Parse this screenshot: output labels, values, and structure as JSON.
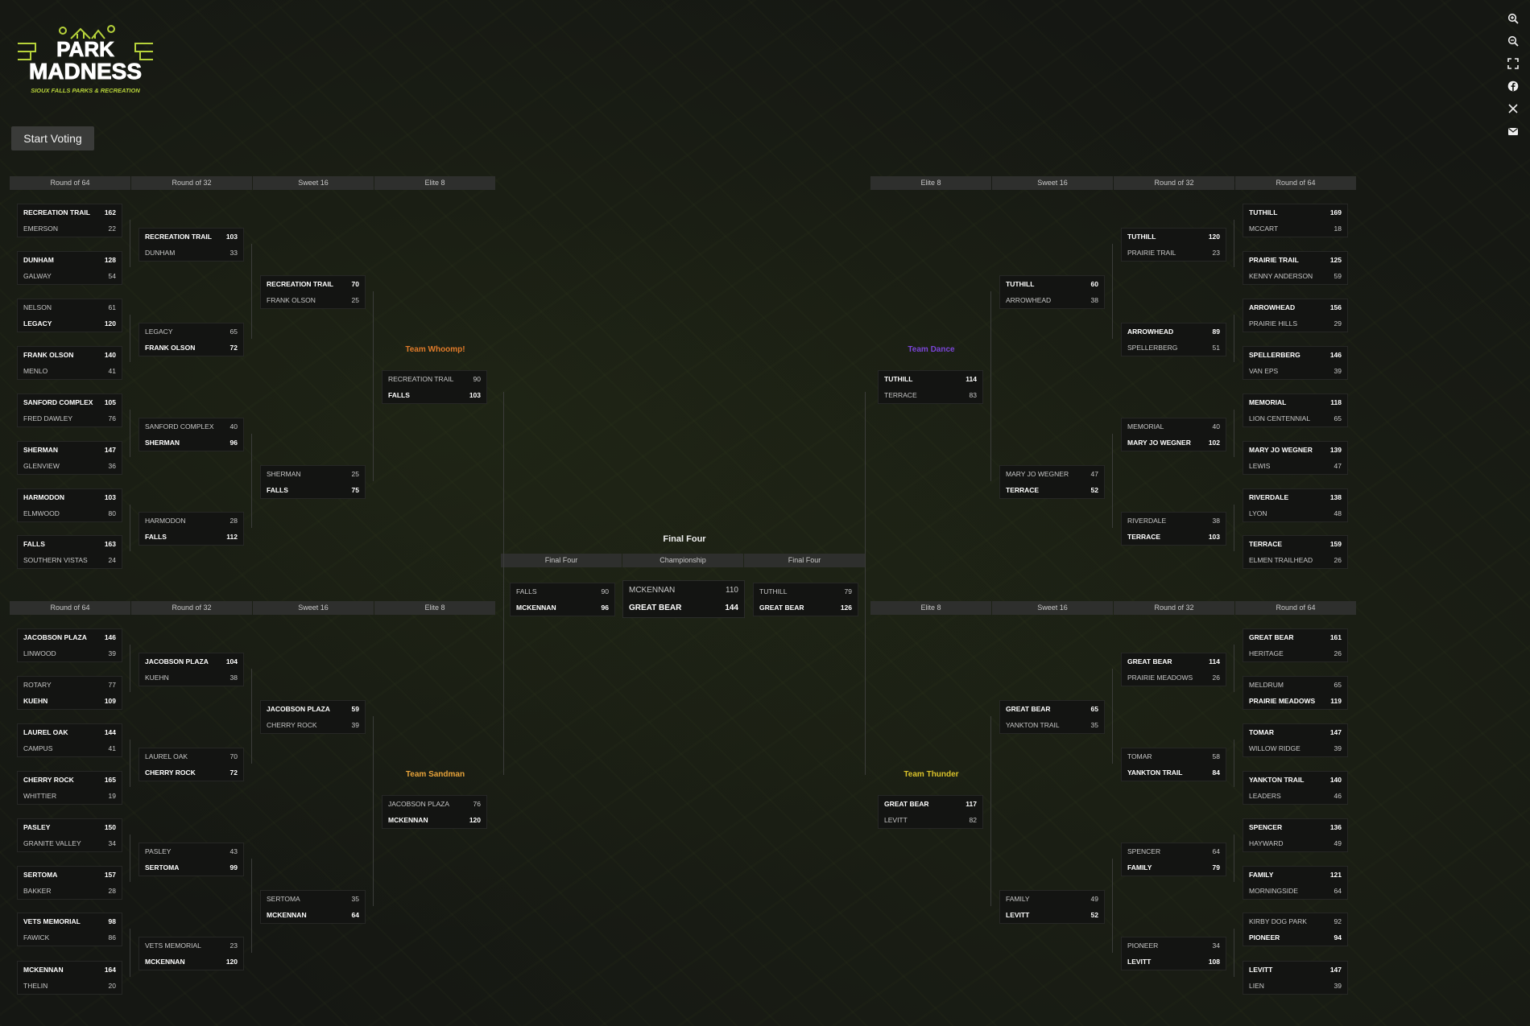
{
  "app": {
    "brand_line1": "PARK",
    "brand_line2": "MADNESS",
    "brand_tagline": "SIOUX FALLS PARKS & RECREATION",
    "start_voting_label": "Start Voting",
    "rail_icons": [
      "zoom-in-icon",
      "zoom-out-icon",
      "fullscreen-icon",
      "facebook-icon",
      "x-twitter-icon",
      "email-icon"
    ],
    "colors": {
      "whoomp": "#e07b2a",
      "dance": "#7a45d6",
      "sandman": "#e7a33a",
      "thunder": "#d9c22a",
      "brand_green": "#b7d33a"
    }
  },
  "rounds": {
    "left": [
      "Round of 64",
      "Round of 32",
      "Sweet 16",
      "Elite 8"
    ],
    "right": [
      "Elite 8",
      "Sweet 16",
      "Round of 32",
      "Round of 64"
    ],
    "center": [
      "Final Four",
      "Championship",
      "Final Four"
    ]
  },
  "regions": {
    "whoomp": "Team Whoomp!",
    "dance": "Team Dance",
    "sandman": "Team Sandman",
    "thunder": "Team Thunder"
  },
  "final_four_title": "Final Four",
  "tl": {
    "r64": [
      {
        "a": "RECREATION TRAIL",
        "as": "162",
        "b": "EMERSON",
        "bs": "22",
        "w": "a"
      },
      {
        "a": "DUNHAM",
        "as": "128",
        "b": "GALWAY",
        "bs": "54",
        "w": "a"
      },
      {
        "a": "NELSON",
        "as": "61",
        "b": "LEGACY",
        "bs": "120",
        "w": "b"
      },
      {
        "a": "FRANK OLSON",
        "as": "140",
        "b": "MENLO",
        "bs": "41",
        "w": "a"
      },
      {
        "a": "SANFORD COMPLEX",
        "as": "105",
        "b": "FRED DAWLEY",
        "bs": "76",
        "w": "a"
      },
      {
        "a": "SHERMAN",
        "as": "147",
        "b": "GLENVIEW",
        "bs": "36",
        "w": "a"
      },
      {
        "a": "HARMODON",
        "as": "103",
        "b": "ELMWOOD",
        "bs": "80",
        "w": "a"
      },
      {
        "a": "FALLS",
        "as": "163",
        "b": "SOUTHERN VISTAS",
        "bs": "24",
        "w": "a"
      }
    ],
    "r32": [
      {
        "a": "RECREATION TRAIL",
        "as": "103",
        "b": "DUNHAM",
        "bs": "33",
        "w": "a"
      },
      {
        "a": "LEGACY",
        "as": "65",
        "b": "FRANK OLSON",
        "bs": "72",
        "w": "b"
      },
      {
        "a": "SANFORD COMPLEX",
        "as": "40",
        "b": "SHERMAN",
        "bs": "96",
        "w": "b"
      },
      {
        "a": "HARMODON",
        "as": "28",
        "b": "FALLS",
        "bs": "112",
        "w": "b"
      }
    ],
    "s16": [
      {
        "a": "RECREATION TRAIL",
        "as": "70",
        "b": "FRANK OLSON",
        "bs": "25",
        "w": "a"
      },
      {
        "a": "SHERMAN",
        "as": "25",
        "b": "FALLS",
        "bs": "75",
        "w": "b"
      }
    ],
    "e8": [
      {
        "a": "RECREATION TRAIL",
        "as": "90",
        "b": "FALLS",
        "bs": "103",
        "w": "b"
      }
    ]
  },
  "bl": {
    "r64": [
      {
        "a": "JACOBSON PLAZA",
        "as": "146",
        "b": "LINWOOD",
        "bs": "39",
        "w": "a"
      },
      {
        "a": "ROTARY",
        "as": "77",
        "b": "KUEHN",
        "bs": "109",
        "w": "b"
      },
      {
        "a": "LAUREL OAK",
        "as": "144",
        "b": "CAMPUS",
        "bs": "41",
        "w": "a"
      },
      {
        "a": "CHERRY ROCK",
        "as": "165",
        "b": "WHITTIER",
        "bs": "19",
        "w": "a"
      },
      {
        "a": "PASLEY",
        "as": "150",
        "b": "GRANITE VALLEY",
        "bs": "34",
        "w": "a"
      },
      {
        "a": "SERTOMA",
        "as": "157",
        "b": "BAKKER",
        "bs": "28",
        "w": "a"
      },
      {
        "a": "VETS MEMORIAL",
        "as": "98",
        "b": "FAWICK",
        "bs": "86",
        "w": "a"
      },
      {
        "a": "MCKENNAN",
        "as": "164",
        "b": "THELIN",
        "bs": "20",
        "w": "a"
      }
    ],
    "r32": [
      {
        "a": "JACOBSON PLAZA",
        "as": "104",
        "b": "KUEHN",
        "bs": "38",
        "w": "a"
      },
      {
        "a": "LAUREL OAK",
        "as": "70",
        "b": "CHERRY ROCK",
        "bs": "72",
        "w": "b"
      },
      {
        "a": "PASLEY",
        "as": "43",
        "b": "SERTOMA",
        "bs": "99",
        "w": "b"
      },
      {
        "a": "VETS MEMORIAL",
        "as": "23",
        "b": "MCKENNAN",
        "bs": "120",
        "w": "b"
      }
    ],
    "s16": [
      {
        "a": "JACOBSON PLAZA",
        "as": "59",
        "b": "CHERRY ROCK",
        "bs": "39",
        "w": "a"
      },
      {
        "a": "SERTOMA",
        "as": "35",
        "b": "MCKENNAN",
        "bs": "64",
        "w": "b"
      }
    ],
    "e8": [
      {
        "a": "JACOBSON PLAZA",
        "as": "76",
        "b": "MCKENNAN",
        "bs": "120",
        "w": "b"
      }
    ]
  },
  "tr": {
    "r64": [
      {
        "a": "TUTHILL",
        "as": "169",
        "b": "MCCART",
        "bs": "18",
        "w": "a"
      },
      {
        "a": "PRAIRIE TRAIL",
        "as": "125",
        "b": "KENNY ANDERSON",
        "bs": "59",
        "w": "a"
      },
      {
        "a": "ARROWHEAD",
        "as": "156",
        "b": "PRAIRIE HILLS",
        "bs": "29",
        "w": "a"
      },
      {
        "a": "SPELLERBERG",
        "as": "146",
        "b": "VAN EPS",
        "bs": "39",
        "w": "a"
      },
      {
        "a": "MEMORIAL",
        "as": "118",
        "b": "LION CENTENNIAL",
        "bs": "65",
        "w": "a"
      },
      {
        "a": "MARY JO WEGNER",
        "as": "139",
        "b": "LEWIS",
        "bs": "47",
        "w": "a"
      },
      {
        "a": "RIVERDALE",
        "as": "138",
        "b": "LYON",
        "bs": "48",
        "w": "a"
      },
      {
        "a": "TERRACE",
        "as": "159",
        "b": "ELMEN TRAILHEAD",
        "bs": "26",
        "w": "a"
      }
    ],
    "r32": [
      {
        "a": "TUTHILL",
        "as": "120",
        "b": "PRAIRIE TRAIL",
        "bs": "23",
        "w": "a"
      },
      {
        "a": "ARROWHEAD",
        "as": "89",
        "b": "SPELLERBERG",
        "bs": "51",
        "w": "a"
      },
      {
        "a": "MEMORIAL",
        "as": "40",
        "b": "MARY JO WEGNER",
        "bs": "102",
        "w": "b"
      },
      {
        "a": "RIVERDALE",
        "as": "38",
        "b": "TERRACE",
        "bs": "103",
        "w": "b"
      }
    ],
    "s16": [
      {
        "a": "TUTHILL",
        "as": "60",
        "b": "ARROWHEAD",
        "bs": "38",
        "w": "a"
      },
      {
        "a": "MARY JO WEGNER",
        "as": "47",
        "b": "TERRACE",
        "bs": "52",
        "w": "b"
      }
    ],
    "e8": [
      {
        "a": "TUTHILL",
        "as": "114",
        "b": "TERRACE",
        "bs": "83",
        "w": "a"
      }
    ]
  },
  "br": {
    "r64": [
      {
        "a": "GREAT BEAR",
        "as": "161",
        "b": "HERITAGE",
        "bs": "26",
        "w": "a"
      },
      {
        "a": "MELDRUM",
        "as": "65",
        "b": "PRAIRIE MEADOWS",
        "bs": "119",
        "w": "b"
      },
      {
        "a": "TOMAR",
        "as": "147",
        "b": "WILLOW RIDGE",
        "bs": "39",
        "w": "a"
      },
      {
        "a": "YANKTON TRAIL",
        "as": "140",
        "b": "LEADERS",
        "bs": "46",
        "w": "a"
      },
      {
        "a": "SPENCER",
        "as": "136",
        "b": "HAYWARD",
        "bs": "49",
        "w": "a"
      },
      {
        "a": "FAMILY",
        "as": "121",
        "b": "MORNINGSIDE",
        "bs": "64",
        "w": "a"
      },
      {
        "a": "KIRBY DOG PARK",
        "as": "92",
        "b": "PIONEER",
        "bs": "94",
        "w": "b"
      },
      {
        "a": "LEVITT",
        "as": "147",
        "b": "LIEN",
        "bs": "39",
        "w": "a"
      }
    ],
    "r32": [
      {
        "a": "GREAT BEAR",
        "as": "114",
        "b": "PRAIRIE MEADOWS",
        "bs": "26",
        "w": "a"
      },
      {
        "a": "TOMAR",
        "as": "58",
        "b": "YANKTON TRAIL",
        "bs": "84",
        "w": "b"
      },
      {
        "a": "SPENCER",
        "as": "64",
        "b": "FAMILY",
        "bs": "79",
        "w": "b"
      },
      {
        "a": "PIONEER",
        "as": "34",
        "b": "LEVITT",
        "bs": "108",
        "w": "b"
      }
    ],
    "s16": [
      {
        "a": "GREAT BEAR",
        "as": "65",
        "b": "YANKTON TRAIL",
        "bs": "35",
        "w": "a"
      },
      {
        "a": "FAMILY",
        "as": "49",
        "b": "LEVITT",
        "bs": "52",
        "w": "b"
      }
    ],
    "e8": [
      {
        "a": "GREAT BEAR",
        "as": "117",
        "b": "LEVITT",
        "bs": "82",
        "w": "a"
      }
    ]
  },
  "final": {
    "left": {
      "a": "FALLS",
      "as": "90",
      "b": "MCKENNAN",
      "bs": "96",
      "w": "b"
    },
    "right": {
      "a": "TUTHILL",
      "as": "79",
      "b": "GREAT BEAR",
      "bs": "126",
      "w": "b"
    },
    "championship": {
      "a": "MCKENNAN",
      "as": "110",
      "b": "GREAT BEAR",
      "bs": "144",
      "w": "b"
    }
  }
}
